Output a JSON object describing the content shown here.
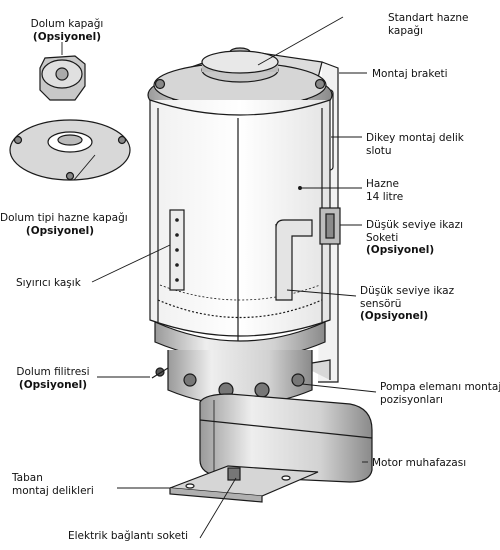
{
  "labels": {
    "fill_cap": {
      "name": "Dolum kapağı",
      "option": "(Opsiyonel)"
    },
    "fill_type_cover": {
      "name": "Dolum tipi hazne kapağı",
      "option": "(Opsiyonel)"
    },
    "standard_cover": {
      "line1": "Standart hazne",
      "line2": "kapağı"
    },
    "mount_bracket": {
      "name": "Montaj braketi"
    },
    "vertical_slot": {
      "line1": "Dikey montaj delik",
      "line2": "slotu"
    },
    "reservoir": {
      "line1": "Hazne",
      "line2": "14 litre"
    },
    "low_level_socket": {
      "line1": "Düşük seviye ikazı",
      "line2": "Soketi",
      "option": "(Opsiyonel)"
    },
    "scraper": {
      "name": "Sıyırıcı kaşık"
    },
    "low_level_sensor": {
      "line1": "Düşük seviye ikaz",
      "line2": "sensörü",
      "option": "(Opsiyonel)"
    },
    "fill_filter": {
      "name": "Dolum filitresi",
      "option": "(Opsiyonel)"
    },
    "pump_positions": {
      "line1": "Pompa elemanı montaj",
      "line2": "pozisyonları"
    },
    "motor_housing": {
      "name": "Motor muhafazası"
    },
    "base_holes": {
      "line1": "Taban",
      "line2": "montaj delikleri"
    },
    "electric_socket": {
      "name": "Elektrik bağlantı soketi"
    }
  },
  "colors": {
    "line": "#1a1a1a",
    "metal_light": "#e6e6e6",
    "metal_mid": "#b9b9b9",
    "metal_dark": "#7a7a7a"
  }
}
